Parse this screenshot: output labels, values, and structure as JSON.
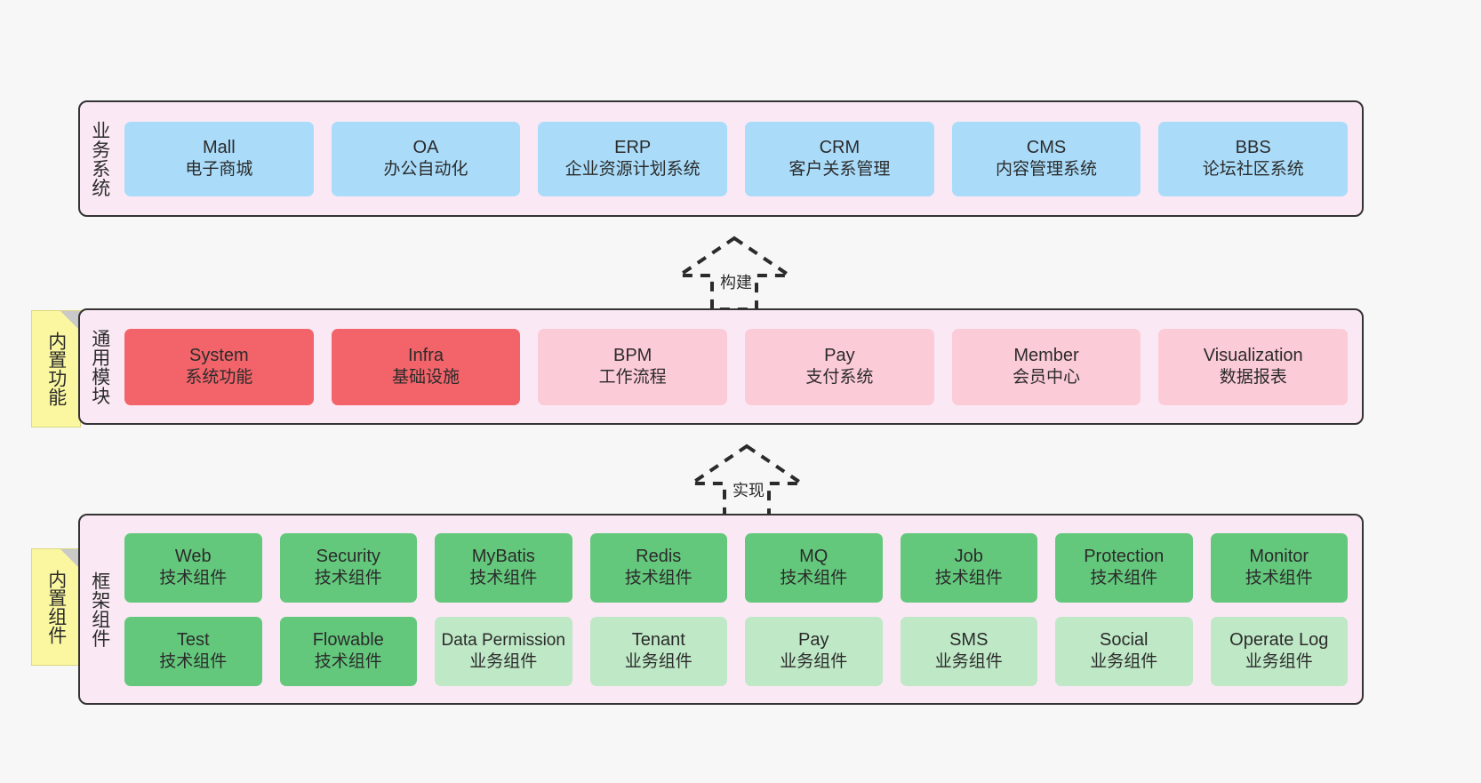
{
  "colors": {
    "panel_bg": "#fae9f4",
    "panel_border": "#333333",
    "business": "#aadcfa",
    "module_core": "#f2646a",
    "module_other": "#fccbd8",
    "component_tech": "#63c87c",
    "component_biz": "#bfe8c6",
    "sticky": "#fbf7a0",
    "page_bg": "#f7f7f7"
  },
  "layers": {
    "business": {
      "title": "业务系统",
      "nodes": [
        {
          "en": "Mall",
          "cn": "电子商城"
        },
        {
          "en": "OA",
          "cn": "办公自动化"
        },
        {
          "en": "ERP",
          "cn": "企业资源计划系统"
        },
        {
          "en": "CRM",
          "cn": "客户关系管理"
        },
        {
          "en": "CMS",
          "cn": "内容管理系统"
        },
        {
          "en": "BBS",
          "cn": "论坛社区系统"
        }
      ]
    },
    "module": {
      "title": "通用模块",
      "sticky": "内置功能",
      "nodes": [
        {
          "en": "System",
          "cn": "系统功能",
          "kind": "core"
        },
        {
          "en": "Infra",
          "cn": "基础设施",
          "kind": "core"
        },
        {
          "en": "BPM",
          "cn": "工作流程",
          "kind": "other"
        },
        {
          "en": "Pay",
          "cn": "支付系统",
          "kind": "other"
        },
        {
          "en": "Member",
          "cn": "会员中心",
          "kind": "other"
        },
        {
          "en": "Visualization",
          "cn": "数据报表",
          "kind": "other"
        }
      ]
    },
    "framework": {
      "title": "框架组件",
      "sticky": "内置组件",
      "row1": [
        {
          "en": "Web",
          "cn": "技术组件",
          "kind": "tech"
        },
        {
          "en": "Security",
          "cn": "技术组件",
          "kind": "tech"
        },
        {
          "en": "MyBatis",
          "cn": "技术组件",
          "kind": "tech"
        },
        {
          "en": "Redis",
          "cn": "技术组件",
          "kind": "tech"
        },
        {
          "en": "MQ",
          "cn": "技术组件",
          "kind": "tech"
        },
        {
          "en": "Job",
          "cn": "技术组件",
          "kind": "tech"
        },
        {
          "en": "Protection",
          "cn": "技术组件",
          "kind": "tech"
        },
        {
          "en": "Monitor",
          "cn": "技术组件",
          "kind": "tech"
        }
      ],
      "row2": [
        {
          "en": "Test",
          "cn": "技术组件",
          "kind": "tech"
        },
        {
          "en": "Flowable",
          "cn": "技术组件",
          "kind": "tech"
        },
        {
          "en": "Data Permission",
          "cn": "业务组件",
          "kind": "biz"
        },
        {
          "en": "Tenant",
          "cn": "业务组件",
          "kind": "biz"
        },
        {
          "en": "Pay",
          "cn": "业务组件",
          "kind": "biz"
        },
        {
          "en": "SMS",
          "cn": "业务组件",
          "kind": "biz"
        },
        {
          "en": "Social",
          "cn": "业务组件",
          "kind": "biz"
        },
        {
          "en": "Operate Log",
          "cn": "业务组件",
          "kind": "biz"
        }
      ]
    }
  },
  "connectors": [
    {
      "label": "构建"
    },
    {
      "label": "实现"
    }
  ]
}
